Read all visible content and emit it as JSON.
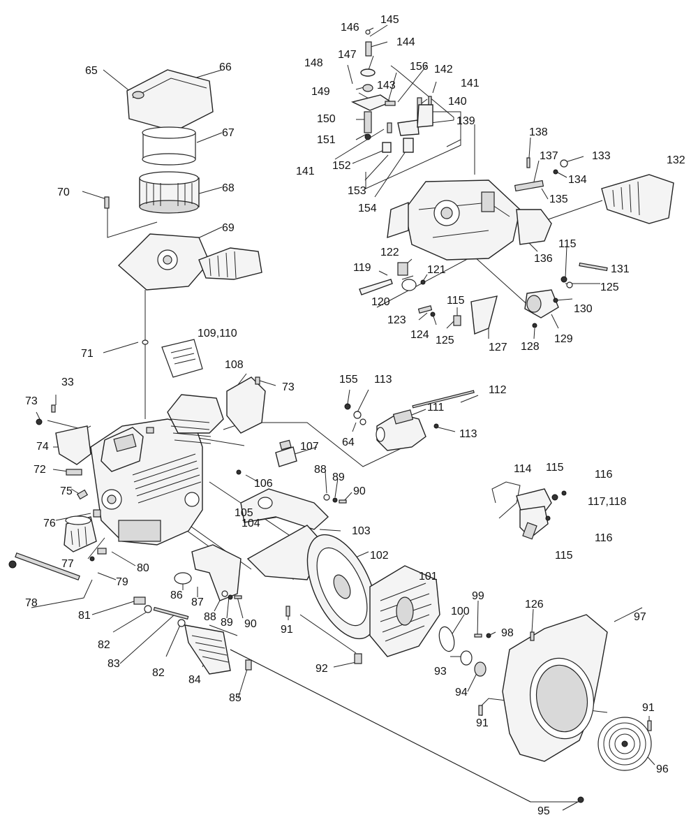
{
  "labels": {
    "l146": "146",
    "l145": "145",
    "l144": "144",
    "l147": "147",
    "l156": "156",
    "l142": "142",
    "l148": "148",
    "l143": "143",
    "l141a": "141",
    "l149": "149",
    "l140": "140",
    "l150": "150",
    "l139": "139",
    "l151": "151",
    "l141b": "141",
    "l152": "152",
    "l153": "153",
    "l154": "154",
    "l138": "138",
    "l137": "137",
    "l133": "133",
    "l132": "132",
    "l134": "134",
    "l135": "135",
    "l136": "136",
    "l115a": "115",
    "l131": "131",
    "l122": "122",
    "l121": "121",
    "l119": "119",
    "l125a": "125",
    "l120": "120",
    "l115b": "115",
    "l130": "130",
    "l123": "123",
    "l124": "124",
    "l125b": "125",
    "l127": "127",
    "l128": "128",
    "l129": "129",
    "l65": "65",
    "l66": "66",
    "l67": "67",
    "l68": "68",
    "l70": "70",
    "l69": "69",
    "l71": "71",
    "l109": "109,110",
    "l108": "108",
    "l73a": "73",
    "l33": "33",
    "l73b": "73",
    "l74": "74",
    "l72": "72",
    "l75": "75",
    "l76": "76",
    "l77": "77",
    "l155": "155",
    "l113a": "113",
    "l112": "112",
    "l111": "111",
    "l64": "64",
    "l113b": "113",
    "l107": "107",
    "l88a": "88",
    "l89a": "89",
    "l90a": "90",
    "l106": "106",
    "l105": "105",
    "l104": "104",
    "l103": "103",
    "l114": "114",
    "l115c": "115",
    "l116a": "116",
    "l117": "117,118",
    "l116b": "116",
    "l115d": "115",
    "l102": "102",
    "l80": "80",
    "l79": "79",
    "l78": "78",
    "l86": "86",
    "l87": "87",
    "l88b": "88",
    "l89b": "89",
    "l90b": "90",
    "l101": "101",
    "l99": "99",
    "l100": "100",
    "l98": "98",
    "l126": "126",
    "l97": "97",
    "l81": "81",
    "l82a": "82",
    "l83": "83",
    "l82b": "82",
    "l84": "84",
    "l85": "85",
    "l91a": "91",
    "l92": "92",
    "l93": "93",
    "l94": "94",
    "l91b": "91",
    "l91c": "91",
    "l96": "96",
    "l95": "95"
  }
}
